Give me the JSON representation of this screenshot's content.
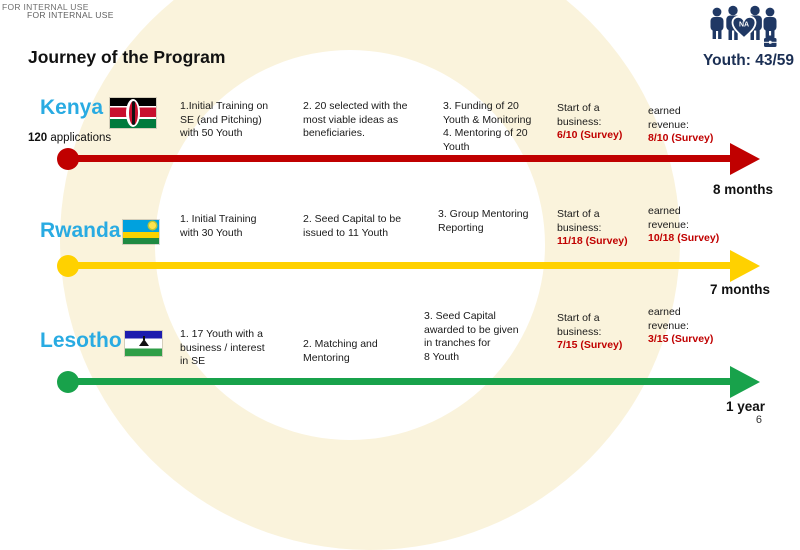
{
  "slide": {
    "watermark_line1": "FOR INTERNAL USE",
    "watermark_line2": "FOR INTERNAL USE",
    "title": "Journey of the Program",
    "youth_counter": "Youth: 43/59",
    "icon_heart_label": "NA",
    "page_number": "6"
  },
  "colors": {
    "kenya_arrow": "#c00000",
    "rwanda_arrow": "#ffd100",
    "lesotho_arrow": "#18a24b",
    "country_name": "#29abe2",
    "survey_value": "#c00000",
    "icon_navy": "#1f3864",
    "background_ring": "#faf3dc"
  },
  "rows": [
    {
      "country": "Kenya",
      "applications_bold": "120",
      "applications_rest": " applications",
      "milestone1": "1.Initial Training on\nSE (and Pitching)\nwith 50 Youth",
      "milestone2": "2. 20 selected with the\nmost viable ideas as\nbeneficiaries.",
      "milestone3": "3. Funding of 20\nYouth & Monitoring\n4. Mentoring of 20\nYouth",
      "business_label": "Start of a\nbusiness:",
      "business_value": "6/10 (Survey)",
      "revenue_label": "earned\nrevenue:",
      "revenue_value": "8/10 (Survey)",
      "duration": "8 months"
    },
    {
      "country": "Rwanda",
      "milestone1": "1. Initial Training\nwith 30 Youth",
      "milestone2": "2. Seed Capital to be\nissued to 11 Youth",
      "milestone3": "3. Group Mentoring\nReporting",
      "business_label": "Start of a\nbusiness:",
      "business_value": "11/18 (Survey)",
      "revenue_label": "earned\nrevenue:",
      "revenue_value": "10/18 (Survey)",
      "duration": "7 months"
    },
    {
      "country": "Lesotho",
      "milestone1": "1. 17 Youth with a\nbusiness / interest\nin SE",
      "milestone2": "2. Matching and\nMentoring",
      "milestone3": "3. Seed Capital\nawarded  to be given\nin tranches for\n8 Youth",
      "business_label": "Start of a\nbusiness:",
      "business_value": "7/15 (Survey)",
      "revenue_label": "earned\nrevenue:",
      "revenue_value": "3/15 (Survey)",
      "duration": "1 year"
    }
  ]
}
